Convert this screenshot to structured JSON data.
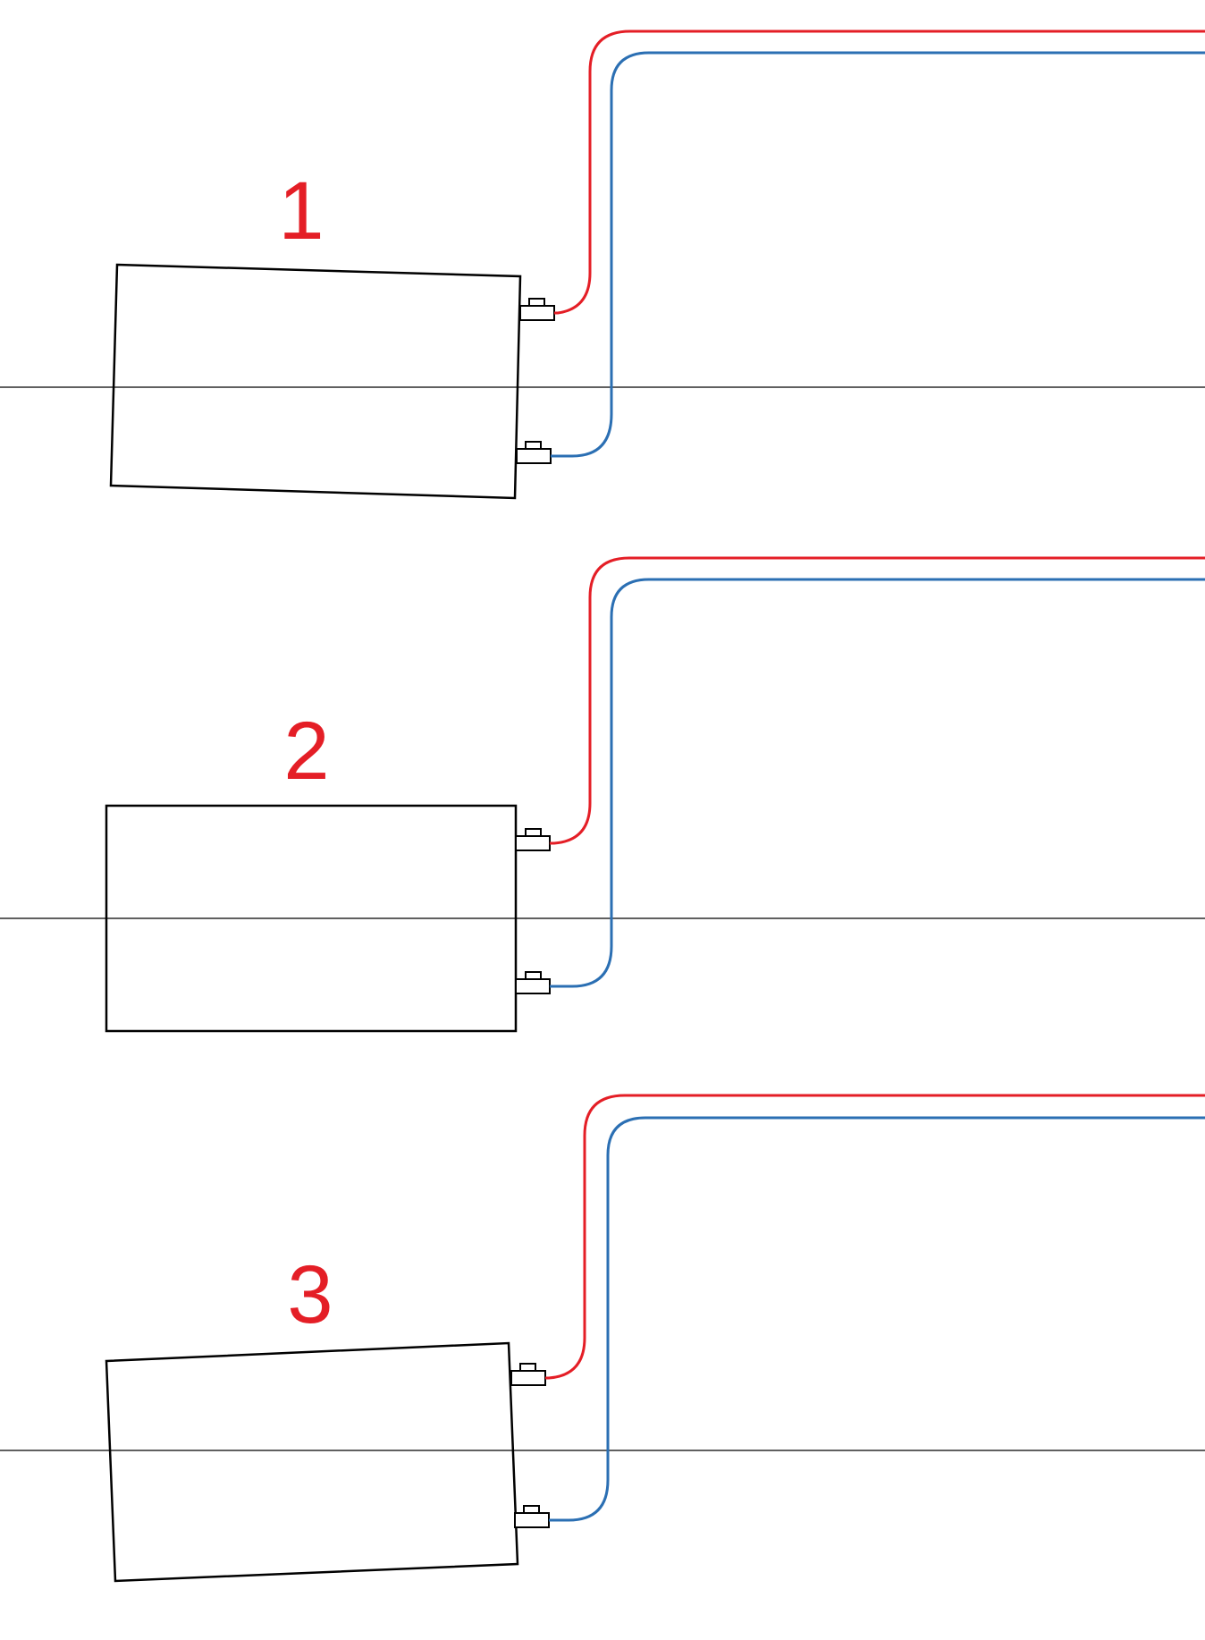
{
  "colors": {
    "background": "#ffffff",
    "outline": "#000000",
    "label": "#e41e26",
    "supply_pipe": "#e41e26",
    "return_pipe": "#2b6fb3",
    "reference_line": "#000000"
  },
  "panels": [
    {
      "label": "1"
    },
    {
      "label": "2"
    },
    {
      "label": "3"
    }
  ]
}
